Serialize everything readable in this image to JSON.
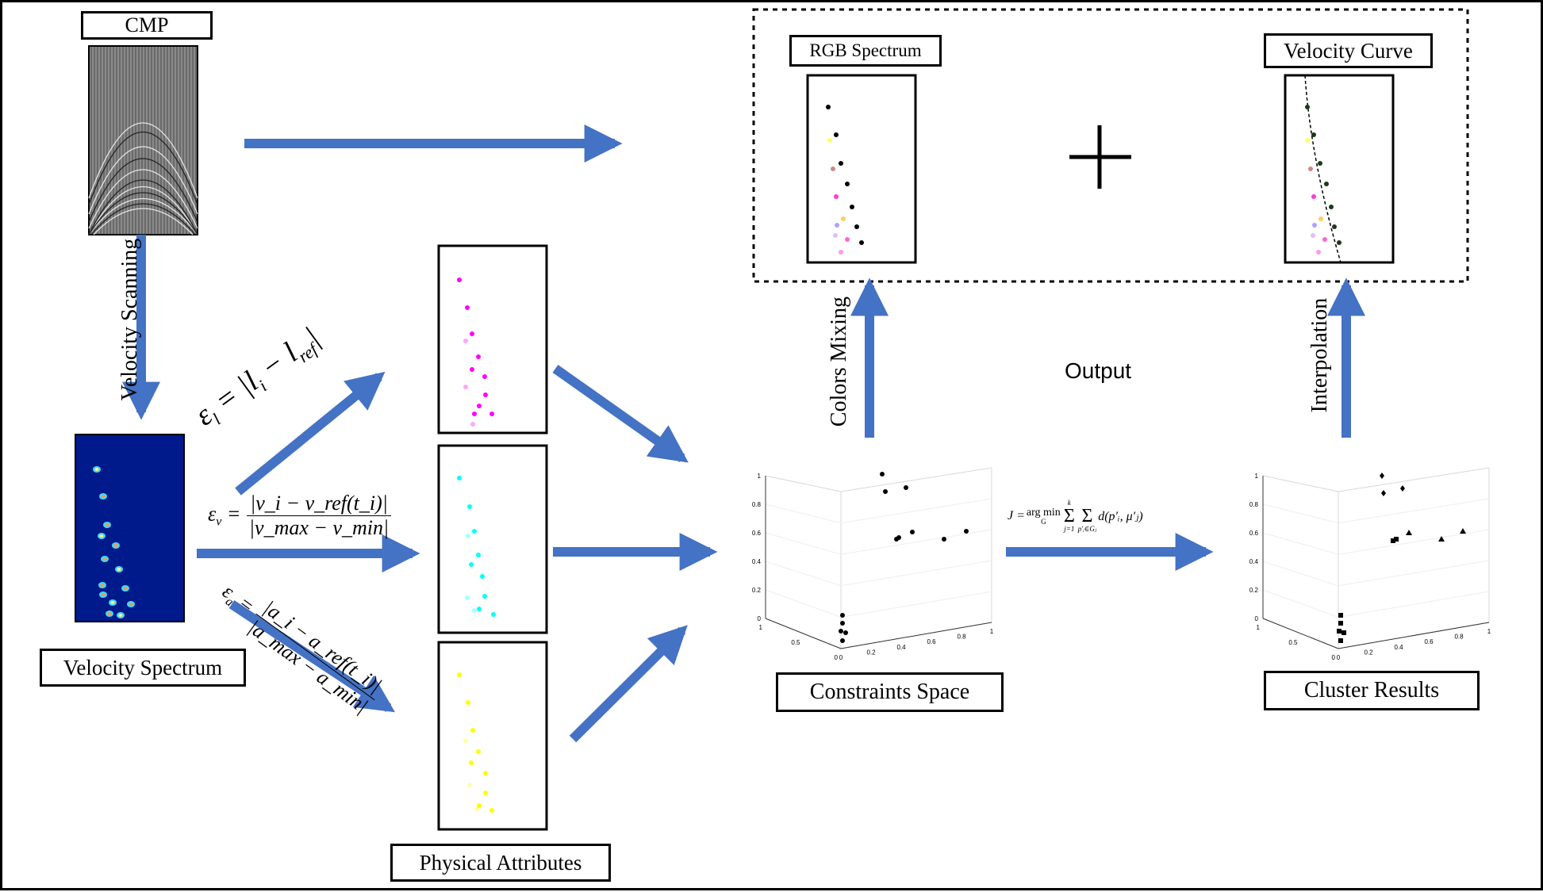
{
  "labels": {
    "cmp": "CMP",
    "velocity_spectrum": "Velocity Spectrum",
    "physical_attributes": "Physical Attributes",
    "rgb_spectrum": "RGB Spectrum",
    "velocity_curve": "Velocity Curve",
    "constraints_space": "Constraints Space",
    "cluster_results": "Cluster Results",
    "output": "Output",
    "velocity_scanning": "Velocity Scanning",
    "colors_mixing": "Colors Mixing",
    "interpolation": "Interpolation",
    "plus": "+"
  },
  "equations": {
    "eps_l": {
      "lhs": "ε",
      "sub": "l",
      "rhs": " = |l",
      "rhs_sub": "i",
      "rhs2": " − l",
      "rhs2_sub": "ref",
      "close": "|"
    },
    "eps_v": {
      "lhs": "ε",
      "sub": "v",
      "eq": " = ",
      "num": "|v_i − v_ref(t_i)|",
      "den": "|v_max − v_min|"
    },
    "eps_a": {
      "lhs": "ε",
      "sub": "a",
      "eq": " = ",
      "num": "|a_i − a_ref(t_i)|",
      "den": "|a_max − a_min|"
    },
    "objective": {
      "lhs": "J = ",
      "argmin": "arg min",
      "argmin_sub": "G",
      "sum1_top": "k",
      "sum1_bot": "j=1",
      "sum2_bot": "p′ᵢ∈Gⱼ",
      "term": "d(p′ᵢ, μ′ⱼ)"
    }
  },
  "axes": {
    "z_ticks": [
      "0",
      "0.2",
      "0.4",
      "0.6",
      "0.8",
      "1"
    ],
    "x_ticks": [
      "0",
      "0.5",
      "1"
    ],
    "y_ticks": [
      "0",
      "0.2",
      "0.4",
      "0.6",
      "0.8",
      "1"
    ]
  },
  "colors": {
    "arrow": "#4472C4",
    "magenta": "#FF00FF",
    "cyan": "#00FFFF",
    "yellow": "#FFFF00",
    "spectrum_bg": "#001A8C"
  }
}
